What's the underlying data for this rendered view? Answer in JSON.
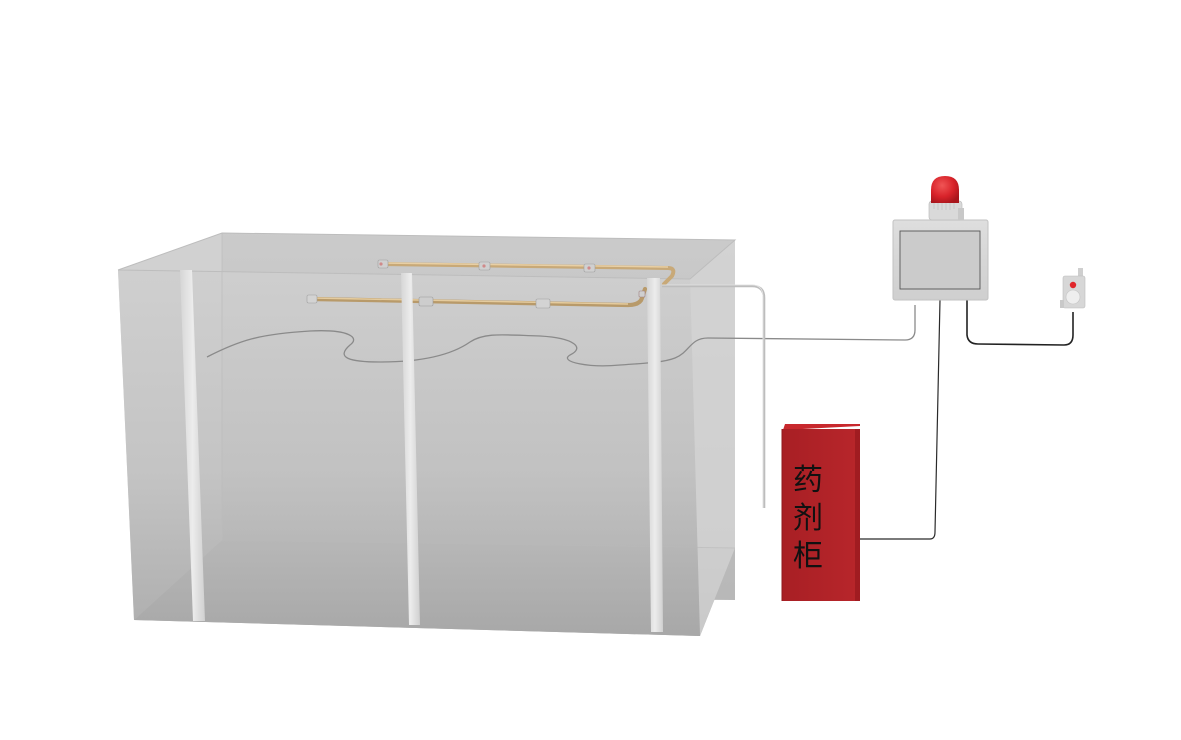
{
  "diagram": {
    "type": "3d-rendered-system-schematic",
    "components": {
      "protected_room": {
        "label": "",
        "style": "translucent-gray-box"
      },
      "upper_pipe": {
        "nozzles": 3
      },
      "lower_pipe": {
        "nozzles": 3
      },
      "detection_cable": {
        "label": ""
      },
      "control_panel": {
        "label": ""
      },
      "alarm_beacon": {
        "color": "#d8232a"
      },
      "manual_button": {
        "button_color": "#e0262b"
      },
      "agent_cabinet": {
        "label_chars": [
          "药",
          "剂",
          "柜"
        ],
        "color": "#b52227"
      }
    },
    "colors": {
      "background": "#ffffff",
      "room_fill": "#c4c4c4",
      "pillar": "#e2e2e2",
      "pipe": "#d8b98a",
      "cable_light": "#bdbdbd",
      "cable_dark": "#333333",
      "panel": "#d9d9d9",
      "cabinet": "#b52227"
    }
  }
}
